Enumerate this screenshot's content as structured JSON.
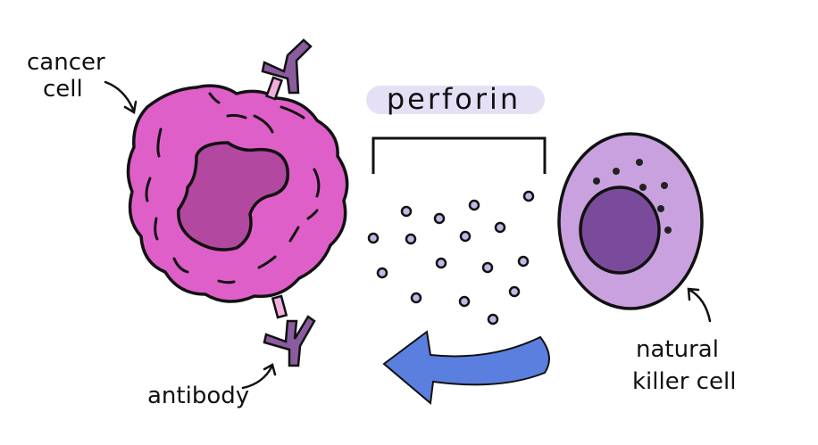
{
  "labels": {
    "cancer_cell_line1": "cancer",
    "cancer_cell_line2": "cell",
    "perforin": "perforin",
    "antibody": "antibody",
    "nk_line1": "natural",
    "nk_line2": "killer cell"
  },
  "colors": {
    "cancer_cell": "#df5fc9",
    "cancer_nucleus": "#b2489f",
    "antibody": "#8b5b9f",
    "antibody_stalk": "#f2aede",
    "nk_cell": "#c9a1de",
    "nk_nucleus": "#7b4b9b",
    "perforin_dot": "#c4b6e6",
    "arrow": "#5b7fdf",
    "perforin_highlight": "#e6e0f6"
  }
}
